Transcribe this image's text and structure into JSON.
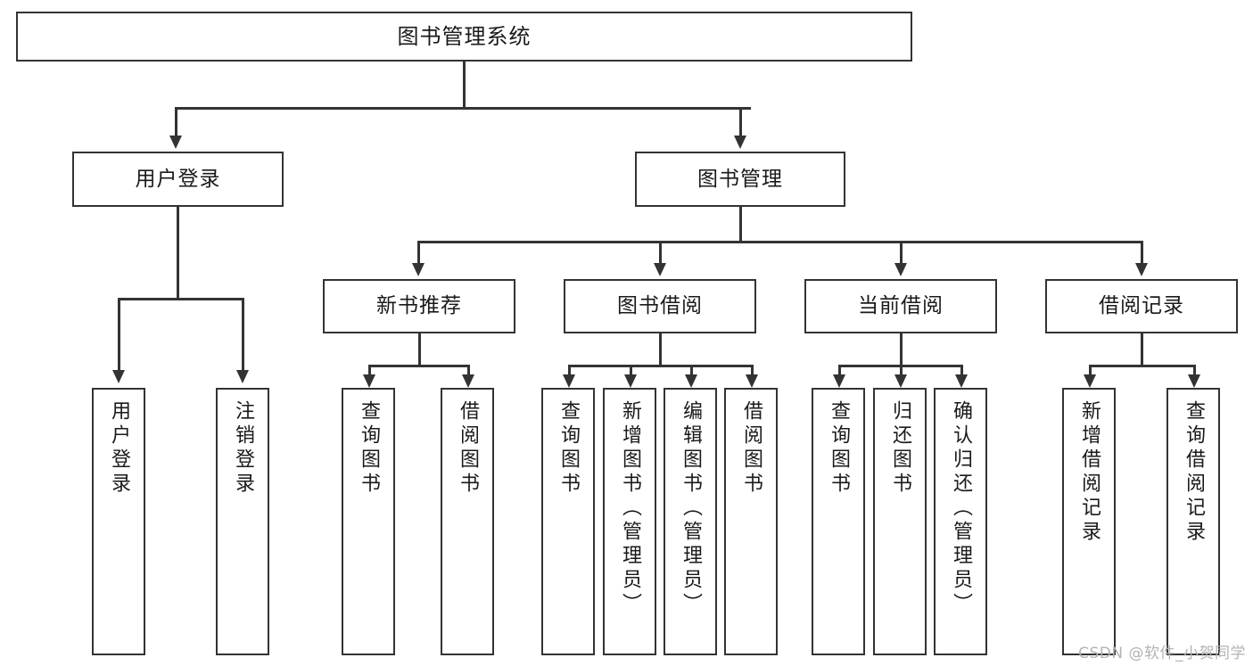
{
  "diagram": {
    "type": "tree",
    "title": "图书管理系统",
    "colors": {
      "background": "#ffffff",
      "box_fill": "#ffffff",
      "box_border": "#333333",
      "connector": "#333333",
      "text": "#1a1a1a",
      "watermark": "#b3b3b3"
    },
    "root": {
      "label": "图书管理系统"
    },
    "level2": [
      {
        "id": "user-login",
        "label": "用户登录"
      },
      {
        "id": "book-management",
        "label": "图书管理"
      }
    ],
    "level3": [
      {
        "id": "new-book-recommend",
        "label": "新书推荐"
      },
      {
        "id": "book-borrow",
        "label": "图书借阅"
      },
      {
        "id": "current-borrow",
        "label": "当前借阅"
      },
      {
        "id": "borrow-record",
        "label": "借阅记录"
      }
    ],
    "leaves": {
      "user_login": [
        {
          "id": "leaf-user-login",
          "label": "用户登录"
        },
        {
          "id": "leaf-user-logout",
          "label": "注销登录"
        }
      ],
      "new_book_recommend": [
        {
          "id": "leaf-query-book-1",
          "label": "查询图书"
        },
        {
          "id": "leaf-borrow-book-1",
          "label": "借阅图书"
        }
      ],
      "book_borrow": [
        {
          "id": "leaf-query-book-2",
          "label": "查询图书"
        },
        {
          "id": "leaf-add-book",
          "label": "新增图书（管理员）"
        },
        {
          "id": "leaf-edit-book",
          "label": "编辑图书（管理员）"
        },
        {
          "id": "leaf-borrow-book-2",
          "label": "借阅图书"
        }
      ],
      "current_borrow": [
        {
          "id": "leaf-query-book-3",
          "label": "查询图书"
        },
        {
          "id": "leaf-return-book",
          "label": "归还图书"
        },
        {
          "id": "leaf-confirm-return",
          "label": "确认归还（管理员）"
        }
      ],
      "borrow_record": [
        {
          "id": "leaf-add-record",
          "label": "新增借阅记录"
        },
        {
          "id": "leaf-query-record",
          "label": "查询借阅记录"
        }
      ]
    }
  },
  "watermark": {
    "text": "CSDN @软件_小贺同学"
  }
}
